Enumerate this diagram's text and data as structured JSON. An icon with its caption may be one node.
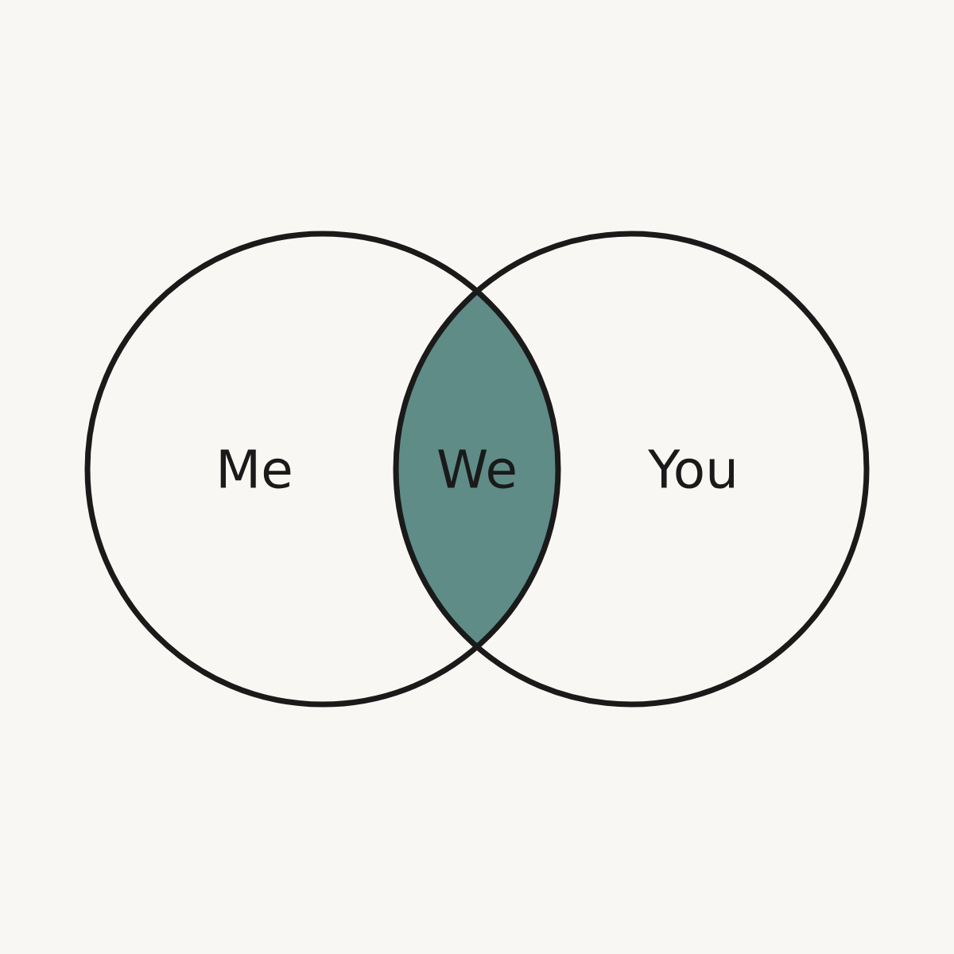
{
  "diagram": {
    "nodes": [
      {
        "text": [
          "Me"
        ]
      },
      {
        "text": [
          "We"
        ]
      },
      {
        "text": [
          "You"
        ]
      }
    ]
  }
}
